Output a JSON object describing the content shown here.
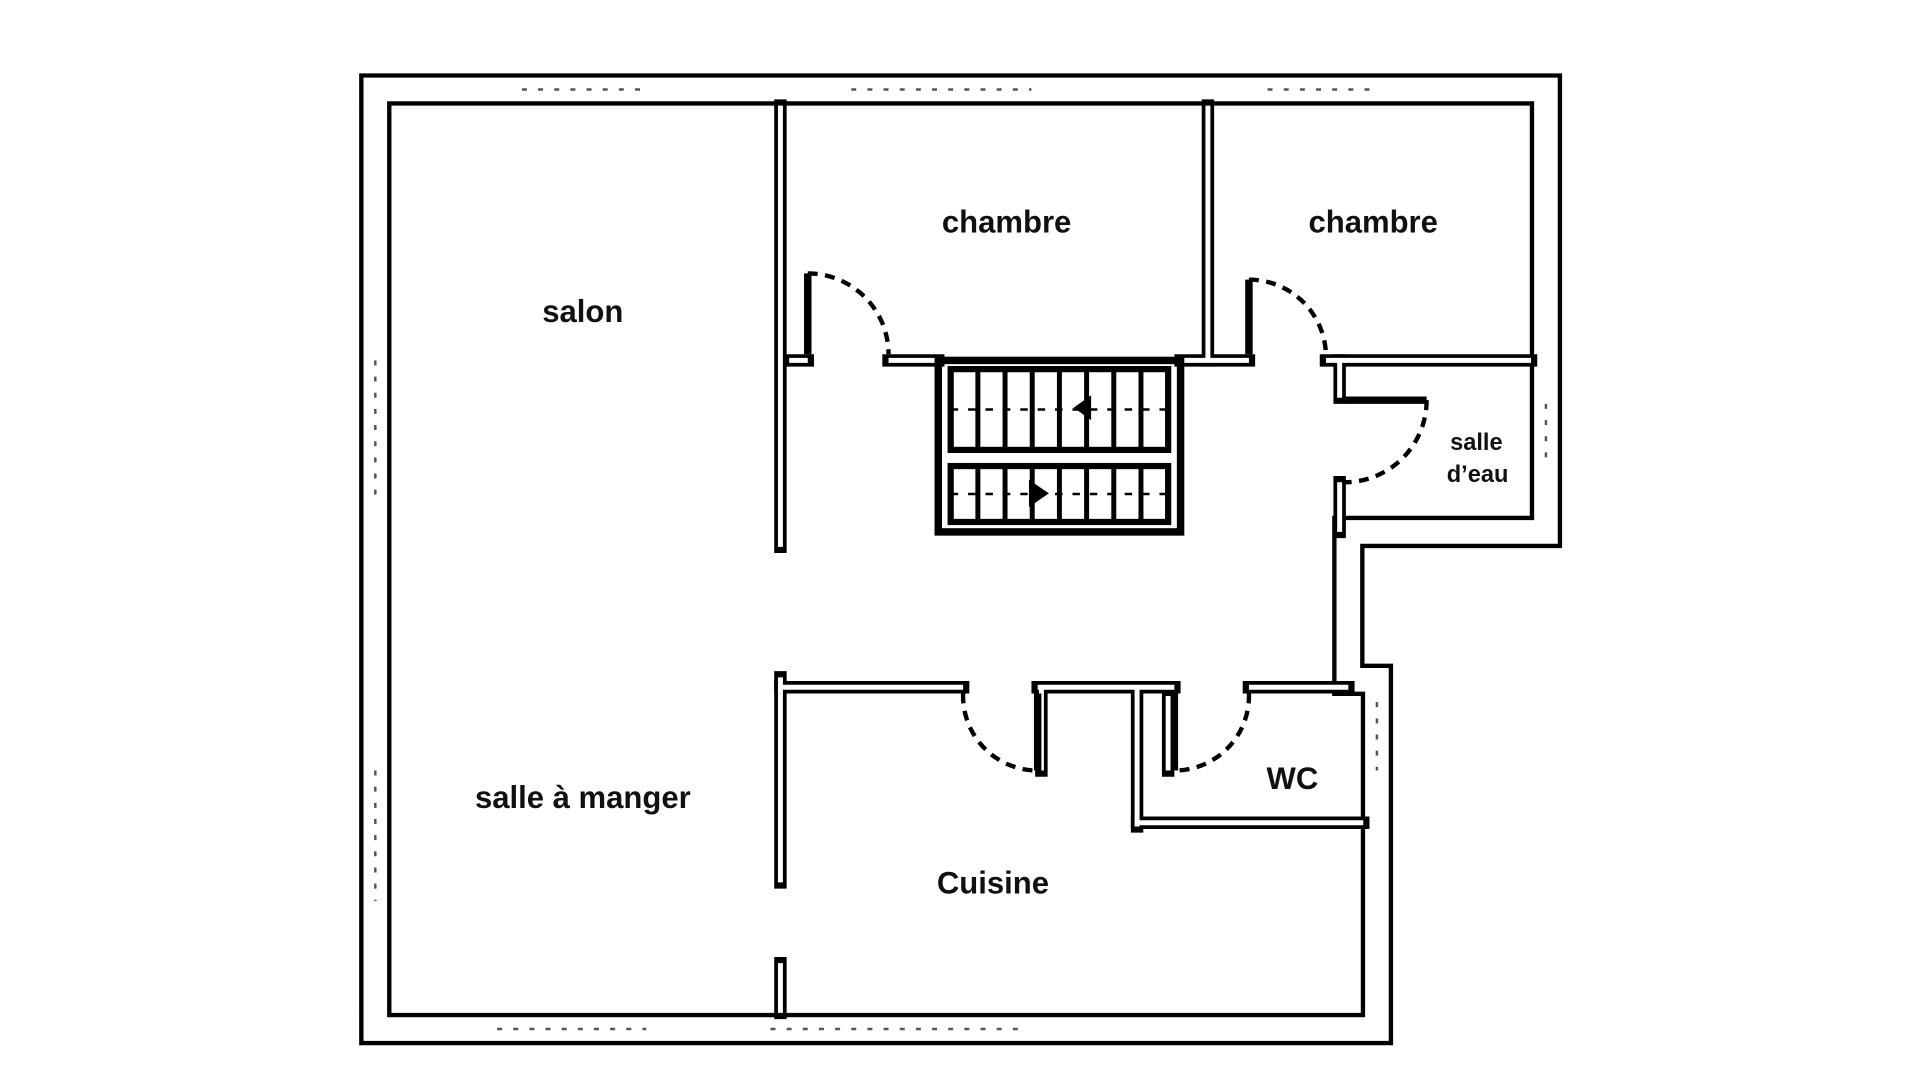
{
  "rooms": {
    "salon": "salon",
    "salle_a_manger": "salle à manger",
    "chambre_1": "chambre",
    "chambre_2": "chambre",
    "salle_deau_line1": "salle",
    "salle_deau_line2": "d’eau",
    "wc": "WC",
    "cuisine": "Cuisine"
  },
  "stairs": {
    "upper_steps": 8,
    "lower_steps": 8
  }
}
